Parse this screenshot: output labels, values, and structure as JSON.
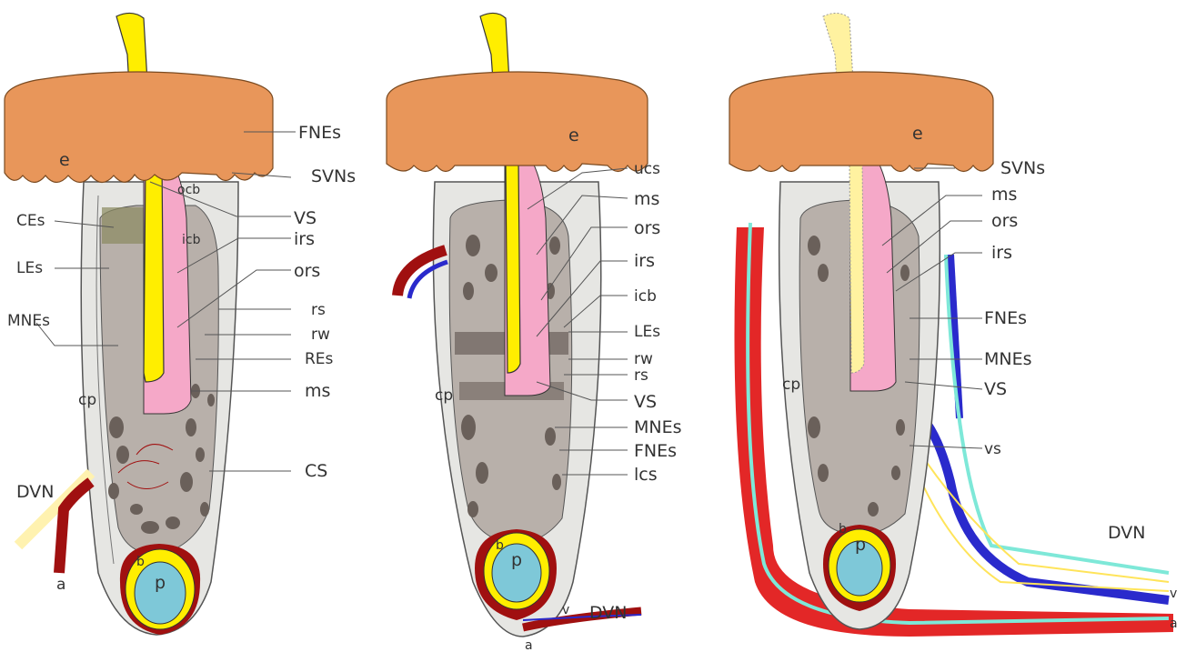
{
  "colors": {
    "epidermis": "#e8965a",
    "epidermis_stroke": "#7a4a20",
    "capsule": "#e6e6e3",
    "cavity": "#b8b0aa",
    "trabecula": "#6a605a",
    "hair": "#ffee00",
    "sheath": "#f5a8c8",
    "papilla": "#7ec8d8",
    "nerve_yellow": "#ffe45a",
    "artery": "#e01010",
    "vein": "#2a2acc",
    "cyan_nerve": "#7ee8d8",
    "dark_red": "#a01010",
    "olive": "#8a8a60"
  },
  "panel_left": {
    "labels": {
      "e": "e",
      "ocb": "ocb",
      "icb": "icb",
      "CEs": "CEs",
      "LEs": "LEs",
      "MNEs": "MNEs",
      "cp": "cp",
      "DVN": "DVN",
      "a": "a",
      "b": "b",
      "p": "p",
      "FNEs": "FNEs",
      "SVNs": "SVNs",
      "VS": "VS",
      "irs": "irs",
      "ors": "ors",
      "rs": "rs",
      "rw": "rw",
      "REs": "REs",
      "ms": "ms",
      "CS": "CS"
    }
  },
  "panel_middle": {
    "labels": {
      "e": "e",
      "ucs": "ucs",
      "ms": "ms",
      "ors": "ors",
      "irs": "irs",
      "icb": "icb",
      "LEs": "LEs",
      "rw": "rw",
      "rs": "rs",
      "VS": "VS",
      "MNEs": "MNEs",
      "FNEs": "FNEs",
      "lcs": "lcs",
      "cp": "cp",
      "b": "b",
      "p": "p",
      "v": "v",
      "a": "a",
      "DVN": "DVN"
    }
  },
  "panel_right": {
    "labels": {
      "e": "e",
      "SVNs": "SVNs",
      "ms": "ms",
      "ors": "ors",
      "irs": "irs",
      "FNEs": "FNEs",
      "MNEs": "MNEs",
      "VS": "VS",
      "vs": "vs",
      "cp": "cp",
      "b": "b",
      "p": "p",
      "DVN": "DVN",
      "v": "v",
      "a": "a"
    }
  }
}
